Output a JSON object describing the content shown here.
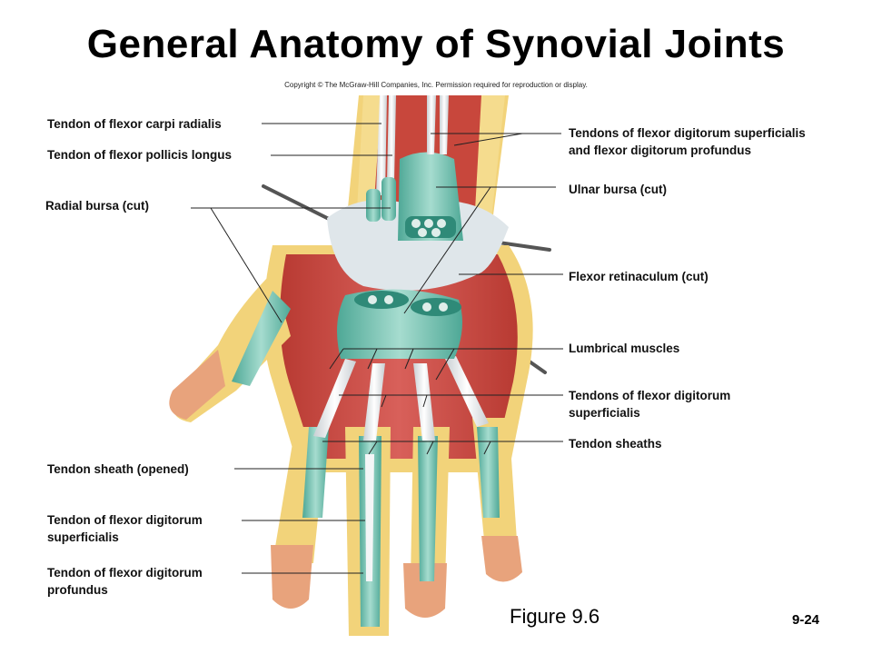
{
  "title": "General Anatomy of Synovial Joints",
  "copyright": "Copyright © The McGraw-Hill Companies, Inc. Permission required for reproduction or display.",
  "labels": {
    "fcr_tendon": "Tendon of flexor carpi radialis",
    "fpl_tendon": "Tendon of flexor pollicis longus",
    "radial_bursa": "Radial bursa (cut)",
    "fds_fdp_tendons_l1": "Tendons of flexor digitorum superficialis",
    "fds_fdp_tendons_l2": "and flexor digitorum profundus",
    "ulnar_bursa": "Ulnar bursa (cut)",
    "flexor_retinaculum": "Flexor retinaculum (cut)",
    "lumbrical": "Lumbrical muscles",
    "fds_tendons_l1": "Tendons of flexor digitorum",
    "fds_tendons_l2": "superficialis",
    "tendon_sheaths": "Tendon sheaths",
    "sheath_opened": "Tendon sheath (opened)",
    "fds_single_l1": "Tendon of flexor digitorum",
    "fds_single_l2": "superficialis",
    "fdp_single_l1": "Tendon of flexor digitorum",
    "fdp_single_l2": "profundus"
  },
  "figure_caption": "Figure 9.6",
  "page_number": "9-24",
  "colors": {
    "skin": "#e8a37c",
    "fat": "#f2d37a",
    "muscle": "#c8473c",
    "sheath": "#7fc9b8",
    "retinaculum": "#dfe6ea"
  }
}
